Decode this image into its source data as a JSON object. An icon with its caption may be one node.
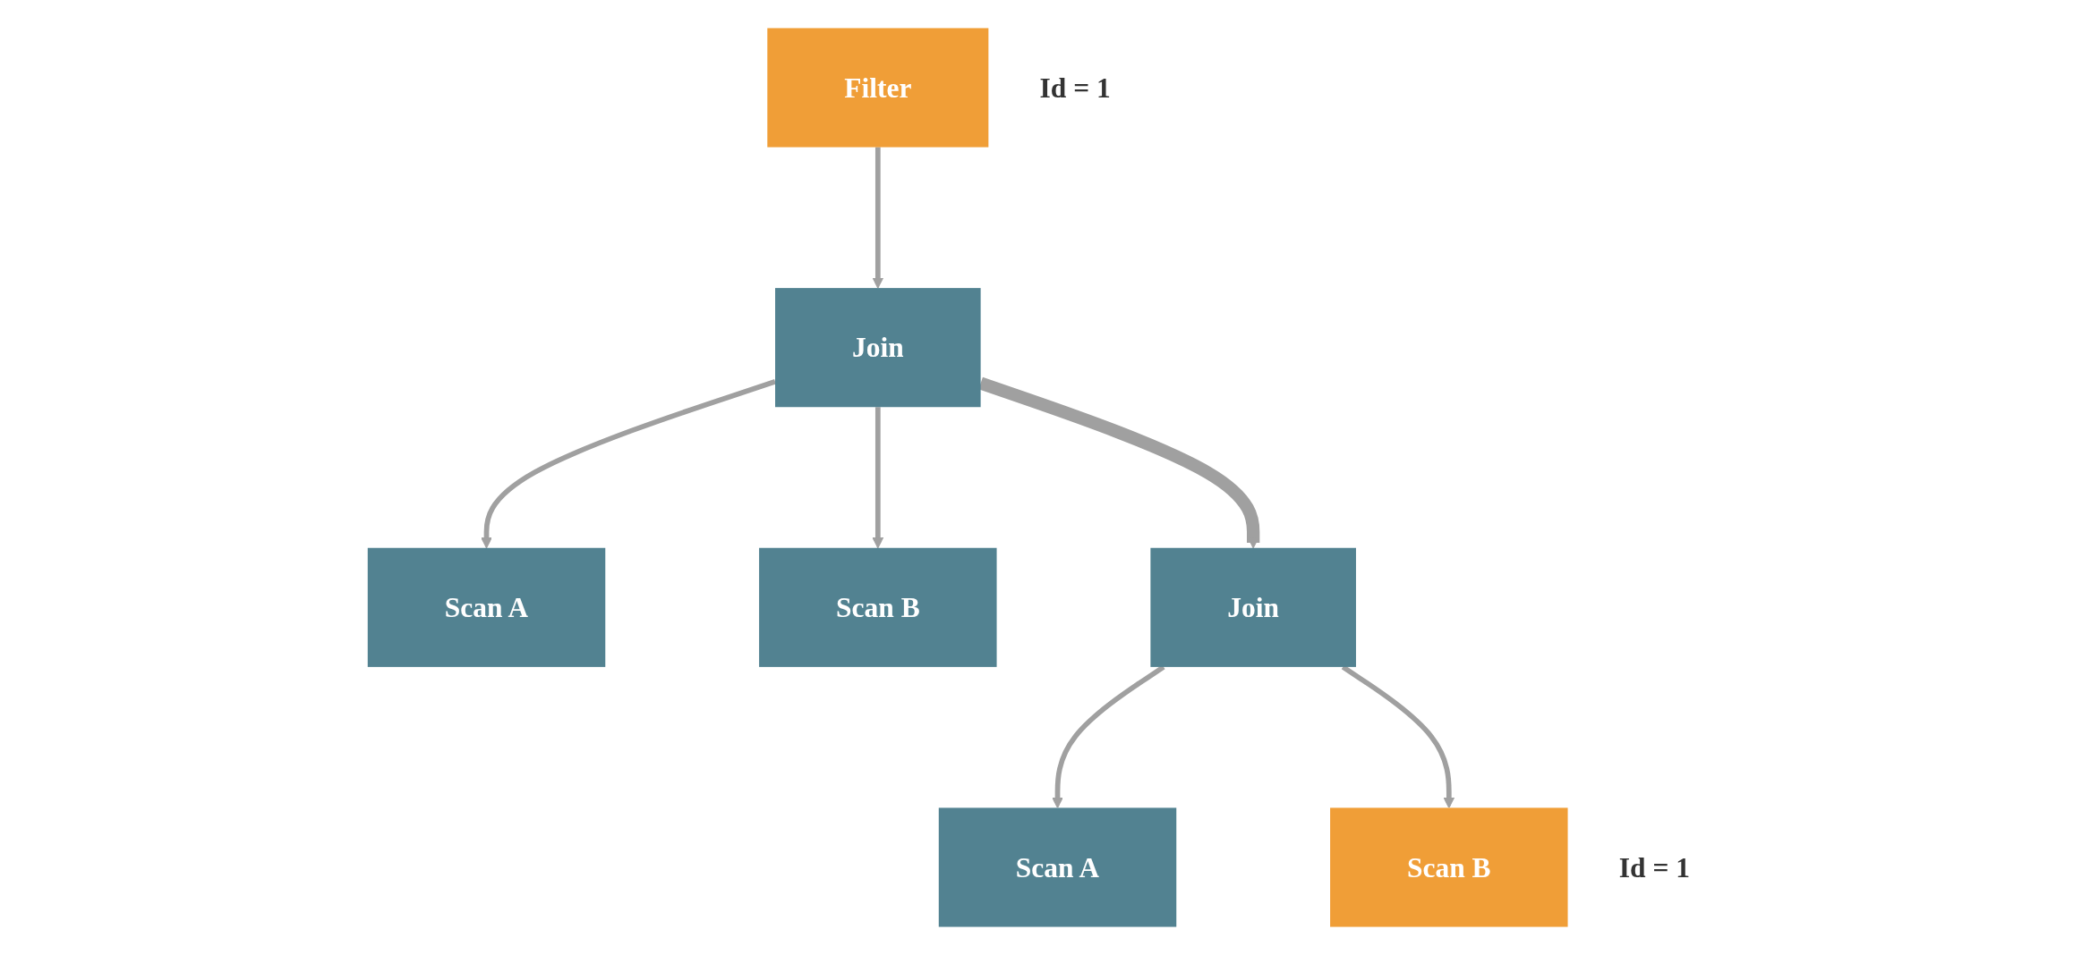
{
  "diagram": {
    "nodes": [
      {
        "text": [
          "Filter"
        ],
        "beside": [
          "Id = 1"
        ]
      },
      {
        "text": [
          "Join"
        ]
      },
      {
        "text": [
          "Scan A"
        ]
      },
      {
        "text": [
          "Scan B"
        ]
      },
      {
        "text": [
          "Join"
        ]
      },
      {
        "text": [
          "Scan A"
        ]
      },
      {
        "text": [
          "Scan B"
        ],
        "beside": [
          "Id = 1"
        ]
      }
    ],
    "edges": [
      {
        "from": 0,
        "to": 1,
        "arrow": "to"
      },
      {
        "from": 1,
        "to": 2,
        "arrow": "to"
      },
      {
        "from": 1,
        "to": 3,
        "arrow": "to"
      },
      {
        "from": 1,
        "to": 4,
        "arrow": "to",
        "style": "thick"
      },
      {
        "from": 4,
        "to": 5,
        "arrow": "to"
      },
      {
        "from": 4,
        "to": 6,
        "arrow": "to"
      }
    ]
  }
}
